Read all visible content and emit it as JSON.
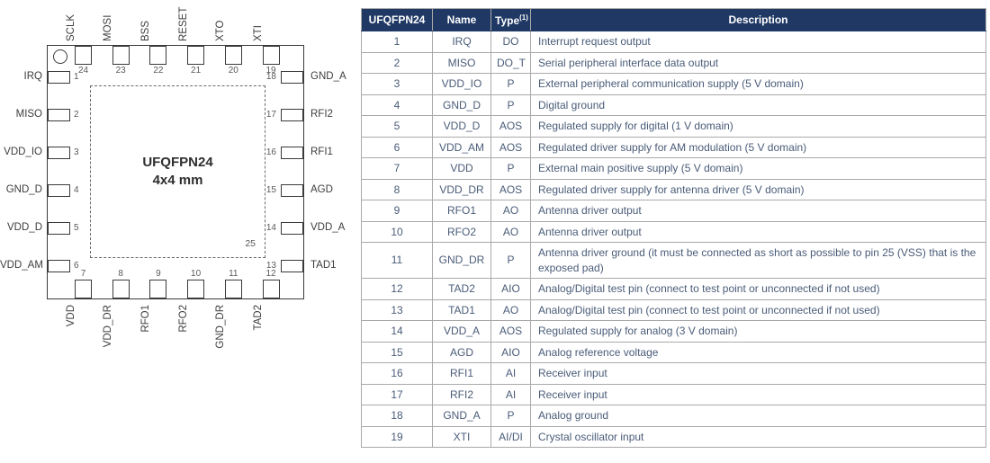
{
  "colors": {
    "header_bg": "#1f3864",
    "header_text": "#ffffff",
    "table_text": "#4a5c78",
    "table_border": "#a9a9a9",
    "diagram_line": "#3a3a3a",
    "diagram_text": "#3d3d3d",
    "pin_number": "#595959"
  },
  "chip": {
    "title": "UFQFPN24",
    "subtitle": "4x4 mm",
    "exposed_pad_number": "25",
    "pins": {
      "top": [
        {
          "num": "24",
          "label": "SCLK"
        },
        {
          "num": "23",
          "label": "MOSI"
        },
        {
          "num": "22",
          "label": "BSS"
        },
        {
          "num": "21",
          "label": "RESET"
        },
        {
          "num": "20",
          "label": "XTO"
        },
        {
          "num": "19",
          "label": "XTI"
        }
      ],
      "left": [
        {
          "num": "1",
          "label": "IRQ"
        },
        {
          "num": "2",
          "label": "MISO"
        },
        {
          "num": "3",
          "label": "VDD_IO"
        },
        {
          "num": "4",
          "label": "GND_D"
        },
        {
          "num": "5",
          "label": "VDD_D"
        },
        {
          "num": "6",
          "label": "VDD_AM"
        }
      ],
      "right": [
        {
          "num": "18",
          "label": "GND_A"
        },
        {
          "num": "17",
          "label": "RFI2"
        },
        {
          "num": "16",
          "label": "RFI1"
        },
        {
          "num": "15",
          "label": "AGD"
        },
        {
          "num": "14",
          "label": "VDD_A"
        },
        {
          "num": "13",
          "label": "TAD1"
        }
      ],
      "bottom": [
        {
          "num": "7",
          "label": "VDD"
        },
        {
          "num": "8",
          "label": "VDD_DR"
        },
        {
          "num": "9",
          "label": "RFO1"
        },
        {
          "num": "10",
          "label": "RFO2"
        },
        {
          "num": "11",
          "label": "GND_DR"
        },
        {
          "num": "12",
          "label": "TAD2"
        }
      ]
    }
  },
  "table": {
    "headers": [
      {
        "label": "UFQFPN24"
      },
      {
        "label": "Name"
      },
      {
        "label": "Type",
        "sup": "(1)"
      },
      {
        "label": "Description"
      }
    ],
    "rows": [
      {
        "pin": "1",
        "name": "IRQ",
        "type": "DO",
        "description": "Interrupt request output"
      },
      {
        "pin": "2",
        "name": "MISO",
        "type": "DO_T",
        "description": "Serial peripheral interface data output"
      },
      {
        "pin": "3",
        "name": "VDD_IO",
        "type": "P",
        "description": "External peripheral communication supply (5 V domain)"
      },
      {
        "pin": "4",
        "name": "GND_D",
        "type": "P",
        "description": "Digital ground"
      },
      {
        "pin": "5",
        "name": "VDD_D",
        "type": "AOS",
        "description": "Regulated supply for digital (1 V domain)"
      },
      {
        "pin": "6",
        "name": "VDD_AM",
        "type": "AOS",
        "description": "Regulated driver supply for AM modulation (5 V domain)"
      },
      {
        "pin": "7",
        "name": "VDD",
        "type": "P",
        "description": "External main positive supply (5 V domain)"
      },
      {
        "pin": "8",
        "name": "VDD_DR",
        "type": "AOS",
        "description": "Regulated driver supply for antenna driver (5 V domain)"
      },
      {
        "pin": "9",
        "name": "RFO1",
        "type": "AO",
        "description": "Antenna driver output"
      },
      {
        "pin": "10",
        "name": "RFO2",
        "type": "AO",
        "description": "Antenna driver output"
      },
      {
        "pin": "11",
        "name": "GND_DR",
        "type": "P",
        "description": "Antenna driver ground (it must be connected as short as possible to pin 25 (VSS) that is the exposed pad)"
      },
      {
        "pin": "12",
        "name": "TAD2",
        "type": "AIO",
        "description": "Analog/Digital test pin (connect to test point or unconnected if not used)"
      },
      {
        "pin": "13",
        "name": "TAD1",
        "type": "AO",
        "description": "Analog/Digital test pin (connect to test point or unconnected if not used)"
      },
      {
        "pin": "14",
        "name": "VDD_A",
        "type": "AOS",
        "description": "Regulated supply for analog (3 V domain)"
      },
      {
        "pin": "15",
        "name": "AGD",
        "type": "AIO",
        "description": "Analog reference voltage"
      },
      {
        "pin": "16",
        "name": "RFI1",
        "type": "AI",
        "description": "Receiver input"
      },
      {
        "pin": "17",
        "name": "RFI2",
        "type": "AI",
        "description": "Receiver input"
      },
      {
        "pin": "18",
        "name": "GND_A",
        "type": "P",
        "description": "Analog ground"
      },
      {
        "pin": "19",
        "name": "XTI",
        "type": "AI/DI",
        "description": "Crystal oscillator input"
      }
    ]
  }
}
